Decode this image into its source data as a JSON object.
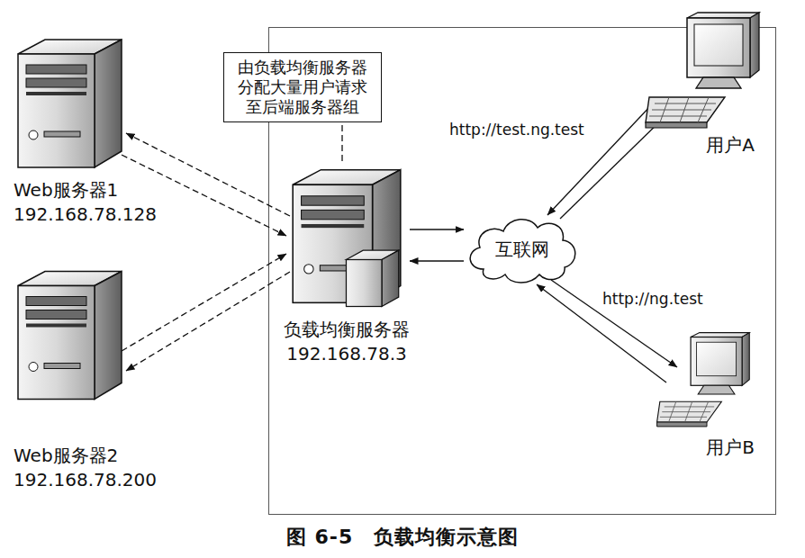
{
  "diagram": {
    "caption": "图 6-5　负载均衡示意图",
    "nodes": [
      {
        "text": [
          "Web服务器1",
          "192.168.78.128"
        ]
      },
      {
        "text": [
          "Web服务器2",
          "192.168.78.200"
        ]
      },
      {
        "text": [
          "由负载均衡服务器 分配大量用户请求 至后端服务器组"
        ]
      },
      {
        "text": [
          "负载均衡服务器",
          "192.168.78.3"
        ]
      },
      {
        "text": [
          "互联网"
        ]
      },
      {
        "text": [
          "用户A"
        ]
      },
      {
        "text": [
          "用户B"
        ]
      }
    ],
    "edges": [
      {
        "from": 3,
        "to": 0,
        "arrow": "to"
      },
      {
        "from": 0,
        "to": 3,
        "arrow": "to"
      },
      {
        "from": 1,
        "to": 3,
        "arrow": "to"
      },
      {
        "from": 3,
        "to": 1,
        "arrow": "to"
      },
      {
        "from": 3,
        "to": 2,
        "arrow": "to"
      },
      {
        "from": 3,
        "to": 4,
        "arrow": "to"
      },
      {
        "from": 4,
        "to": 3,
        "arrow": "to"
      },
      {
        "from": 5,
        "to": 4,
        "arrow": "to",
        "label": "http://test.ng.test"
      },
      {
        "from": 4,
        "to": 5,
        "arrow": "to"
      },
      {
        "from": 6,
        "to": 4,
        "arrow": "to",
        "label": "http://ng.test"
      },
      {
        "from": 4,
        "to": 6,
        "arrow": "to"
      }
    ]
  }
}
